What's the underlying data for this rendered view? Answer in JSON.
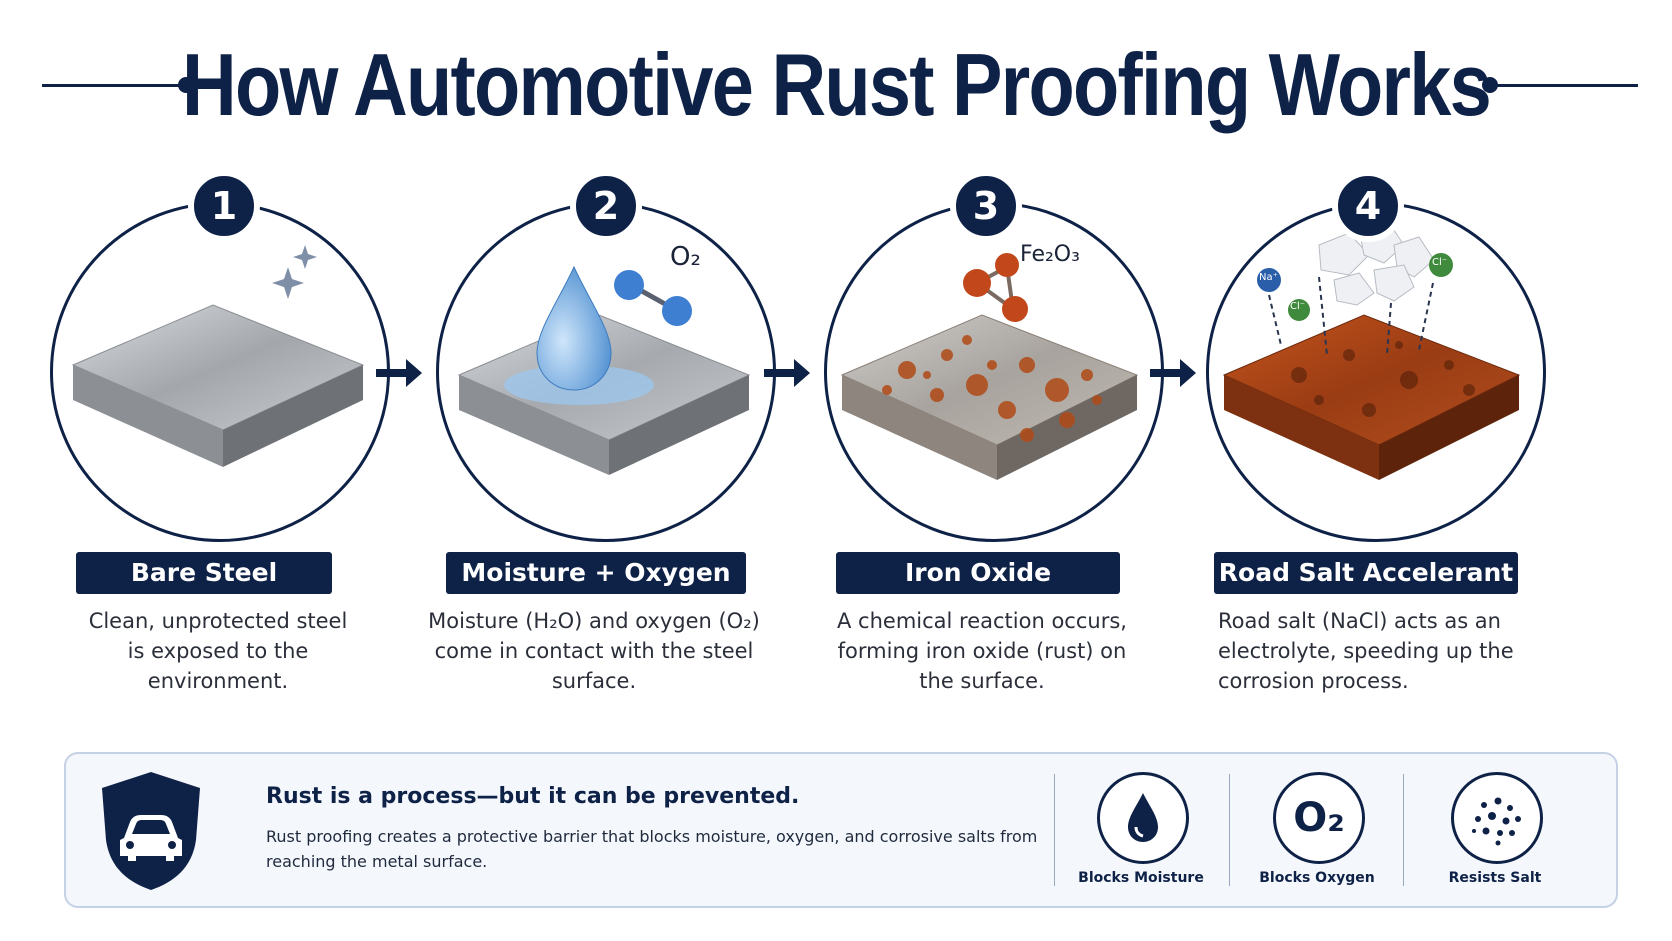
{
  "title": "How Automotive Rust Proofing Works",
  "steps": [
    {
      "number": "1",
      "label": "Bare Steel",
      "desc": [
        "Clean, unprotected steel",
        "is exposed to the",
        "environment."
      ]
    },
    {
      "number": "2",
      "label": "Moisture + Oxygen",
      "desc": [
        "Moisture (H₂O) and oxygen (O₂)",
        "come in contact with the steel",
        "surface."
      ],
      "molecule": "O₂"
    },
    {
      "number": "3",
      "label": "Iron Oxide",
      "desc": [
        "A chemical reaction occurs,",
        "forming iron oxide (rust) on",
        "the surface."
      ],
      "molecule": "Fe₂O₃"
    },
    {
      "number": "4",
      "label": "Road Salt Accelerant",
      "desc": [
        "Road salt (NaCl) acts as an",
        "electrolyte, speeding up the",
        "corrosion process."
      ],
      "ions": [
        "Na⁺",
        "Cl⁻",
        "Cl⁻"
      ]
    }
  ],
  "panel": {
    "title": "Rust is a process—but it can be prevented.",
    "text": "Rust proofing creates a protective barrier that blocks moisture, oxygen, and corrosive salts from reaching the metal surface.",
    "features": [
      {
        "icon": "water-drop-icon",
        "label": "Blocks Moisture"
      },
      {
        "icon": "oxygen-icon",
        "label": "Blocks Oxygen",
        "symbol": "O₂"
      },
      {
        "icon": "salt-particles-icon",
        "label": "Resists Salt"
      }
    ]
  },
  "colors": {
    "navy": "#0e2147",
    "rust": "#a9461a",
    "steel": "#a9adb3",
    "water": "#7fb4e6"
  }
}
